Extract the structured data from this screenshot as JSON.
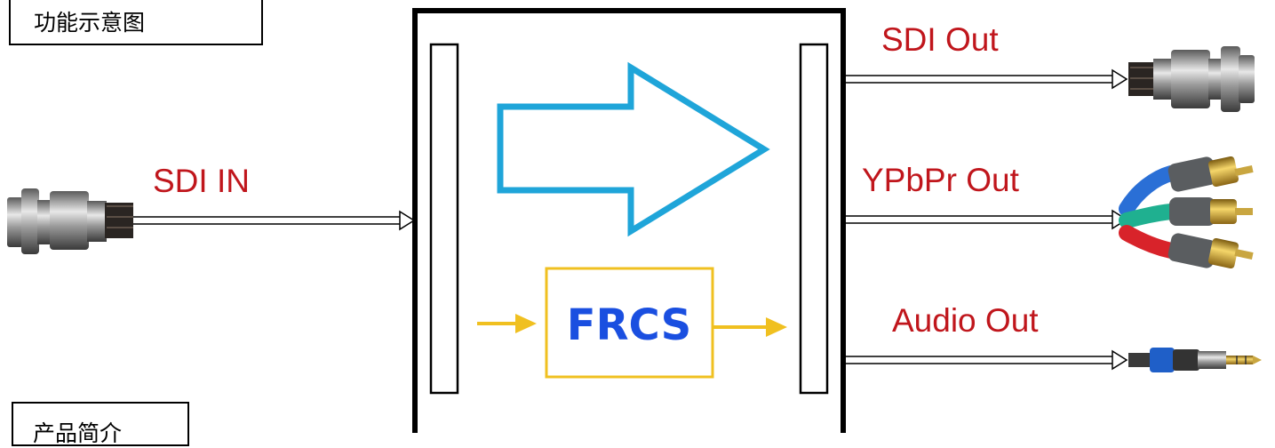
{
  "title": "功能示意图",
  "section_label": "产品简介",
  "input_label": "SDI IN",
  "block_label": "FRCS",
  "outputs": [
    "SDI Out",
    "YPbPr Out",
    "Audio Out"
  ],
  "colors": {
    "label_red": "#c0161c",
    "arrow_blue": "#1fa5d9",
    "frcs_text": "#1a4fe0",
    "frcs_box": "#f0c020",
    "box_stroke": "#000000"
  },
  "icons": [
    "bnc-connector-icon",
    "rca-component-cable-icon",
    "audio-jack-icon"
  ]
}
